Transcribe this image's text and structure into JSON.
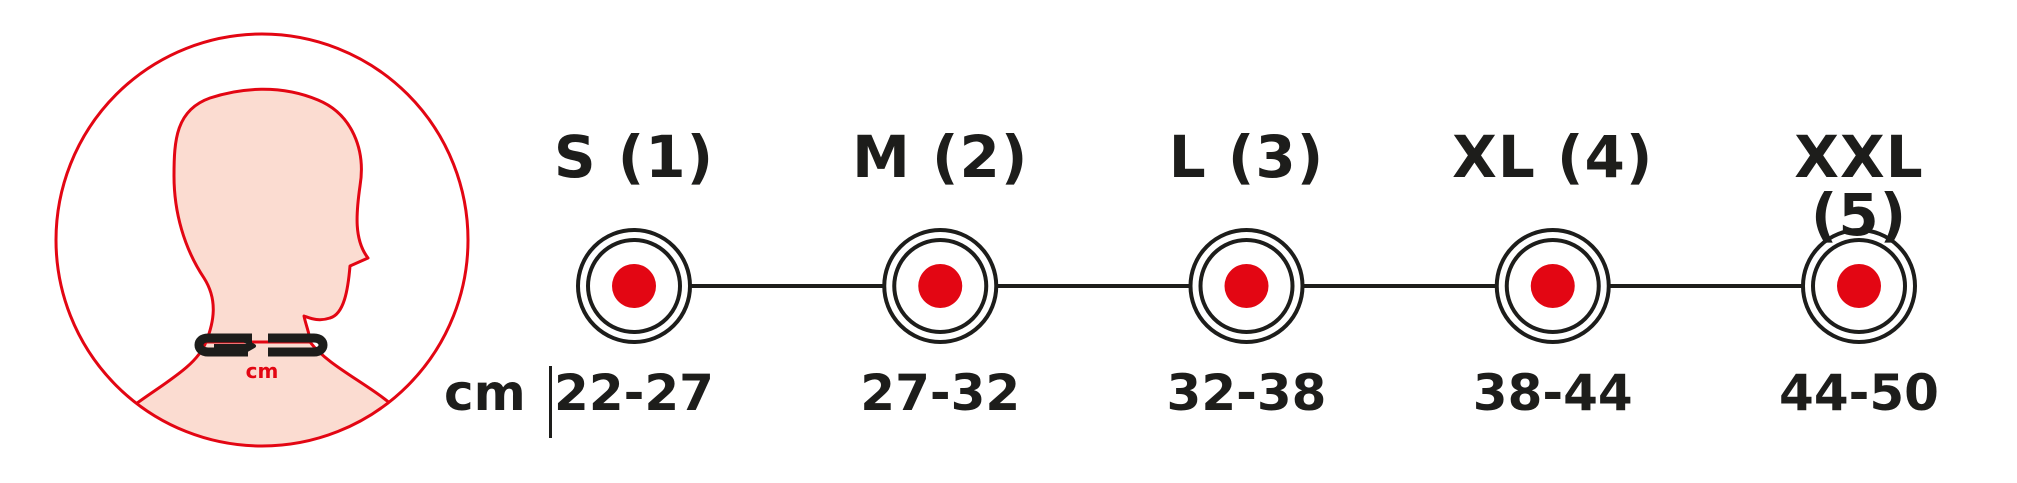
{
  "unit": "cm",
  "neck_caption": "cm",
  "colors": {
    "accent": "#e30613",
    "ink": "#1d1d1b",
    "skin": "#fbdcd1"
  },
  "sizes": [
    {
      "label": "S (1)",
      "range": "22-27"
    },
    {
      "label": "M (2)",
      "range": "27-32"
    },
    {
      "label": "L (3)",
      "range": "32-38"
    },
    {
      "label": "XL (4)",
      "range": "38-44"
    },
    {
      "label": "XXL (5)",
      "range": "44-50"
    }
  ]
}
